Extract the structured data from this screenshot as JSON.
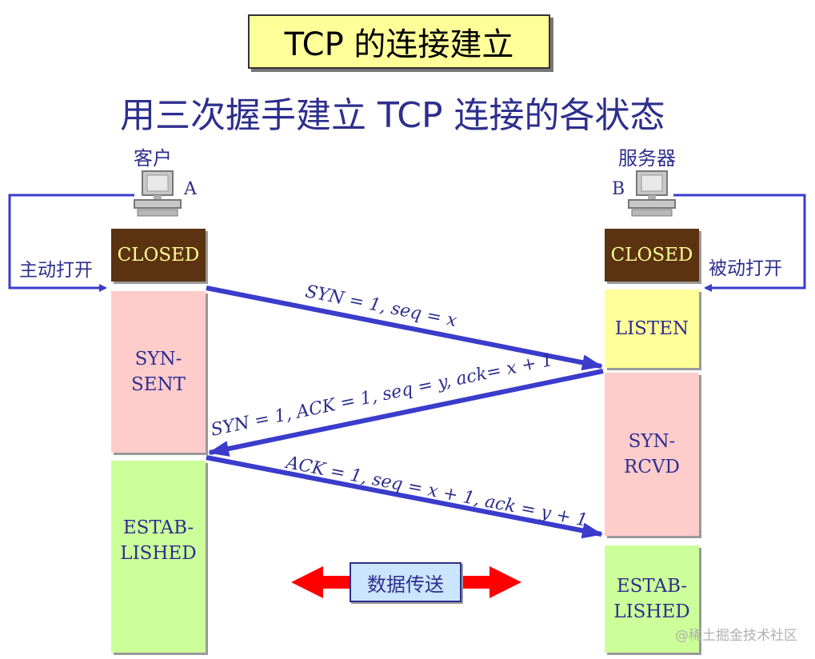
{
  "title": "TCP 的连接建立",
  "subtitle": "用三次握手建立 TCP 连接的各状态",
  "client": {
    "label": "客户",
    "letter": "A",
    "open_label": "主动打开"
  },
  "server": {
    "label": "服务器",
    "letter": "B",
    "open_label": "被动打开"
  },
  "client_states": {
    "closed": "CLOSED",
    "syn_sent_1": "SYN-",
    "syn_sent_2": "SENT",
    "established_1": "ESTAB-",
    "established_2": "LISHED"
  },
  "server_states": {
    "closed": "CLOSED",
    "listen": "LISTEN",
    "syn_rcvd_1": "SYN-",
    "syn_rcvd_2": "RCVD",
    "established_1": "ESTAB-",
    "established_2": "LISHED"
  },
  "messages": {
    "syn": "SYN = 1, seq = x",
    "syn_ack": "SYN = 1, ACK = 1, seq = y, ack= x + 1",
    "ack": "ACK = 1, seq = x + 1, ack = y + 1"
  },
  "data_transfer": "数据传送",
  "watermark": "@稀土掘金技术社区",
  "colors": {
    "arrow": "#3b3bcc",
    "text": "#2e2e8e",
    "closed": "#5c3310",
    "syn_state": "#ffcccc",
    "listen": "#ffff99",
    "established": "#ccff99",
    "data_arrow": "#ff0000"
  }
}
